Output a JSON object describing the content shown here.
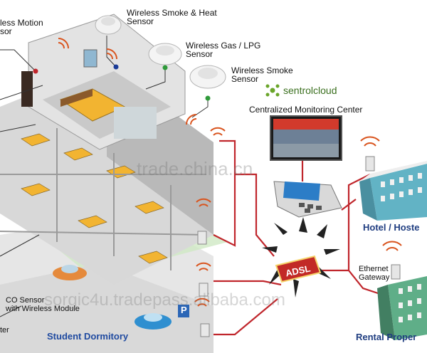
{
  "labels": {
    "motion": "less Motion\nsor",
    "smoke_heat": "Wireless Smoke & Heat\nSensor",
    "gas": "Wireless Gas / LPG\nSensor",
    "smoke": "Wireless Smoke\nSensor",
    "brand": "sentrolcloud",
    "monitoring": "Centralized Monitoring Center",
    "hotel": "Hotel / Hoste",
    "ethernet": "Ethernet\nGateway",
    "rental": "Rental Proper",
    "co": "CO Sensor\nwith Wireless Module",
    "ter": "ter",
    "dorm": "Student Dormitory",
    "adsl": "ADSL",
    "parking_sign": "P"
  },
  "watermarks": {
    "main": "trade.china.cn",
    "bottom": "sorgic4u.tradepass.alibaba.com"
  },
  "colors": {
    "link_line": "#c0262c",
    "wifi": "#d9541e",
    "brand_green": "#6aa52a",
    "dorm_text": "#1f4aa0",
    "hotel_text": "#1f3d80"
  }
}
